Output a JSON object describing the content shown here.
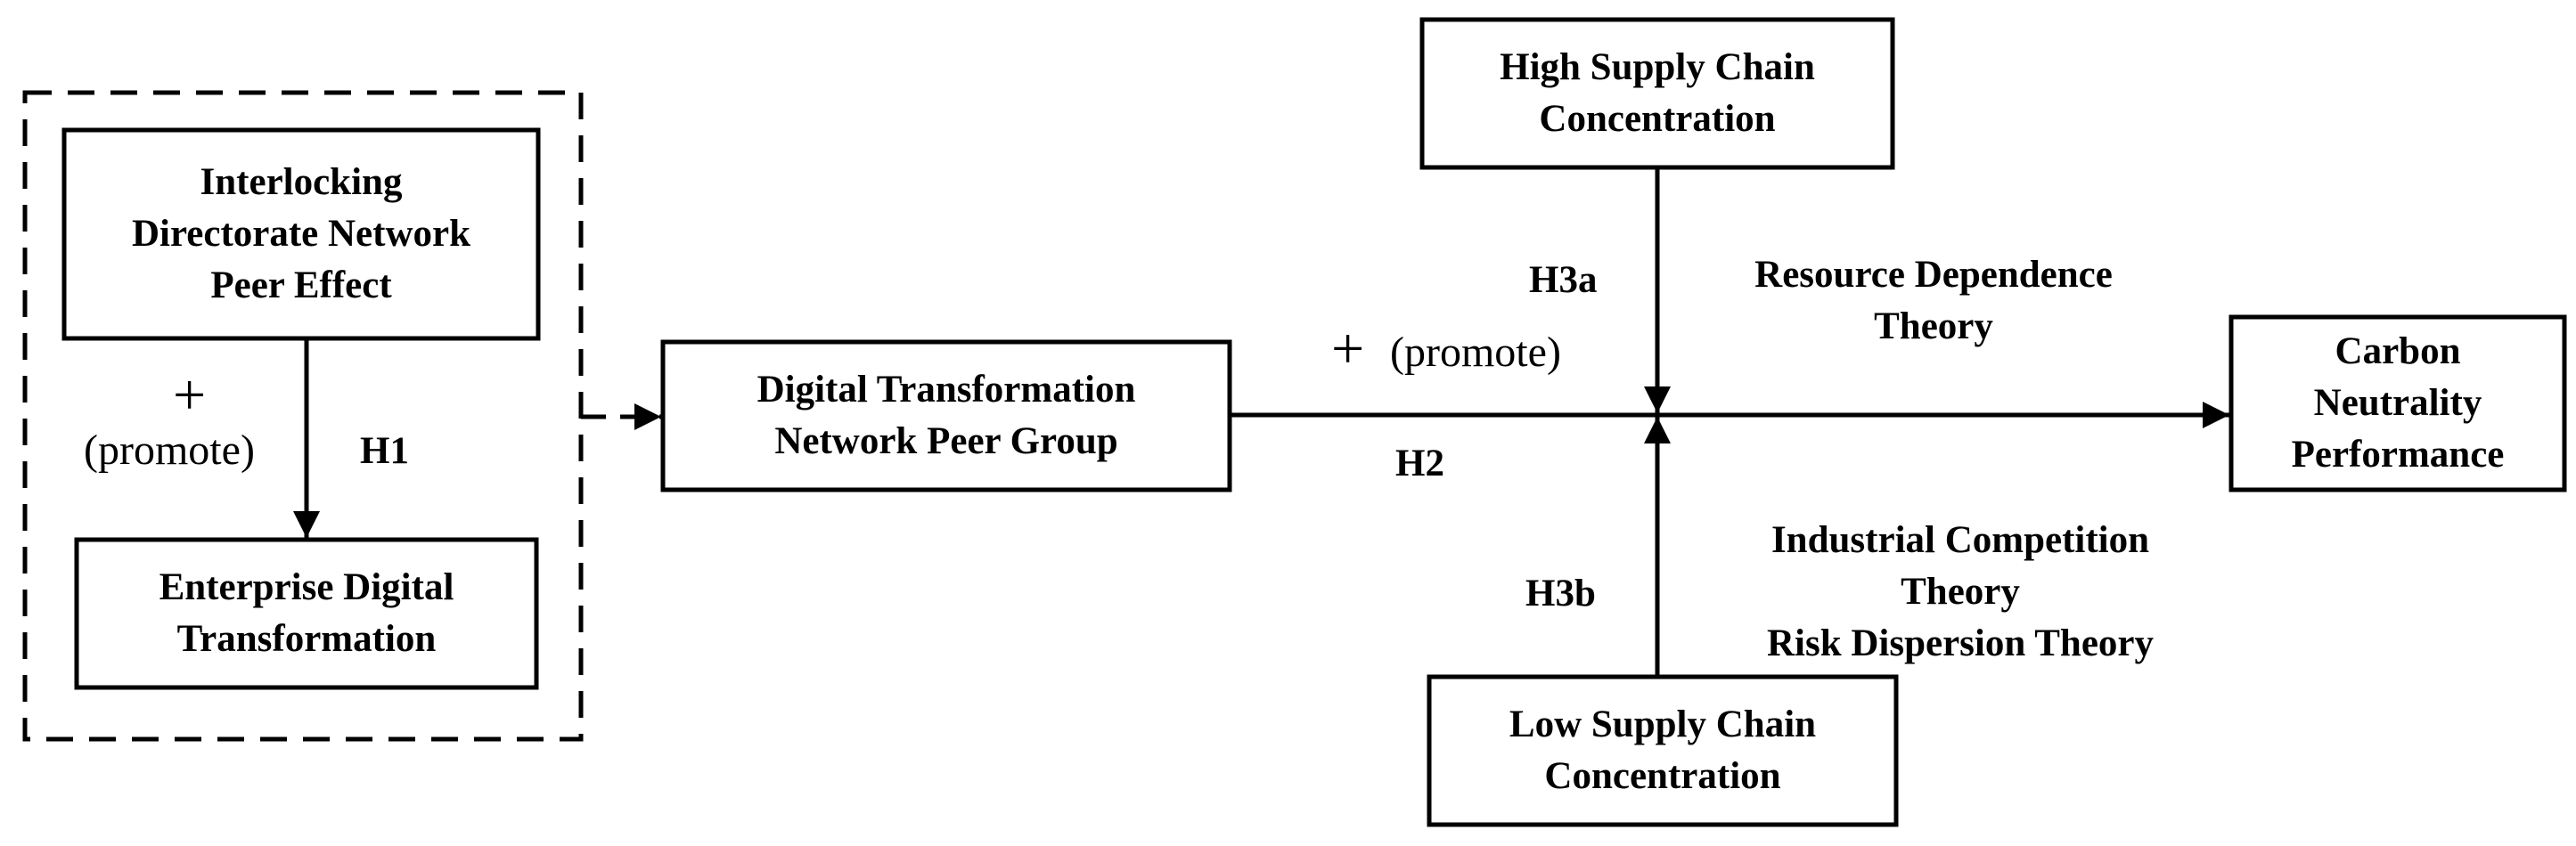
{
  "nodes": {
    "interlocking": "Interlocking Directorate Network Peer Effect",
    "enterprise_dt": "Enterprise Digital Transformation",
    "dt_peer_group": "Digital Transformation Network Peer Group",
    "carbon": "Carbon Neutrality Performance",
    "high_scc": "High Supply Chain Concentration",
    "low_scc": "Low Supply Chain Concentration"
  },
  "labels": {
    "h1": "H1",
    "h1_plus": "+",
    "h1_promote": "(promote)",
    "h2": "H2",
    "h2_plus": "+",
    "h2_promote": "(promote)",
    "h3a": "H3a",
    "h3b": "H3b",
    "resource_dependence_1": "Resource Dependence",
    "resource_dependence_2": "Theory",
    "industrial_competition_1": "Industrial Competition",
    "industrial_competition_2": "Theory",
    "risk_dispersion": "Risk Dispersion Theory"
  }
}
